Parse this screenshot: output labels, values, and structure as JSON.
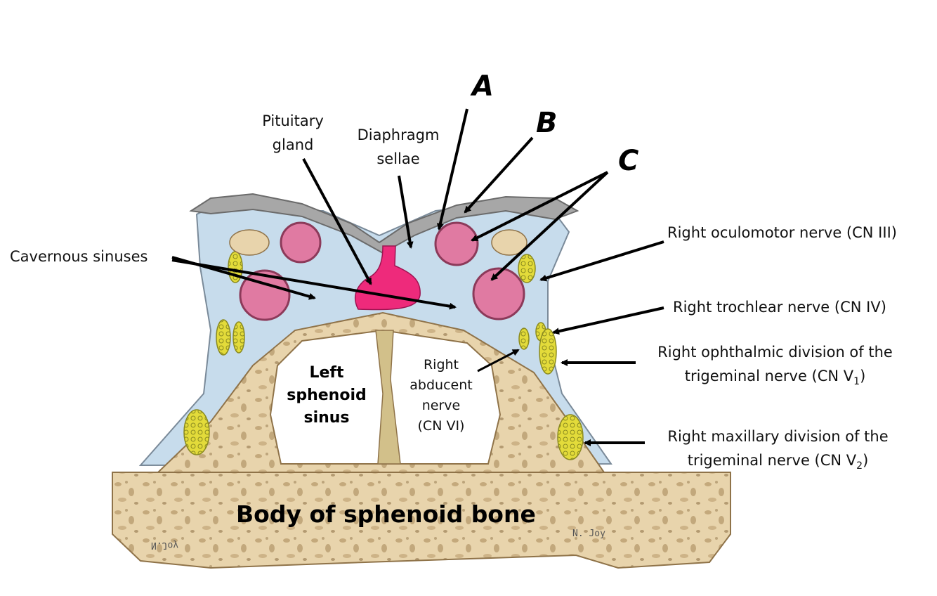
{
  "labels": {
    "pituitary": [
      "Pituitary",
      "gland"
    ],
    "diaphragm": [
      "Diaphragm",
      "sellae"
    ],
    "cavernous": "Cavernous sinuses",
    "oculomotor": "Right oculomotor nerve (CN III)",
    "trochlear": "Right trochlear nerve  (CN IV)",
    "ophthalmic_1": "Right ophthalmic division of the",
    "ophthalmic_2_pre": "trigeminal nerve (CN V",
    "ophthalmic_sub": "1",
    "ophthalmic_2_post": ")",
    "maxillary_1": "Right maxillary division of the",
    "maxillary_2_pre": "trigeminal nerve (CN V",
    "maxillary_sub": "2",
    "maxillary_2_post": ")",
    "abducent": [
      "Right",
      "abducent",
      "nerve",
      "(CN VI)"
    ],
    "left_sinus": [
      "Left",
      "sphenoid",
      "sinus"
    ],
    "body": "Body of sphenoid bone"
  },
  "letters": {
    "a": "A",
    "b": "B",
    "c": "C"
  },
  "signatures": {
    "left": "N.Joy",
    "right": "N. Joy"
  },
  "colors": {
    "bone": "#e8d4ac",
    "bone_dark": "#b59768",
    "sinus_blue": "#c7dcec",
    "dura_gray": "#9a9a9a",
    "artery_pink": "#e07aa2",
    "pituitary_magenta": "#ee2a7b",
    "nerve_yellow": "#e3db3a",
    "septum": "#d2c08a"
  }
}
